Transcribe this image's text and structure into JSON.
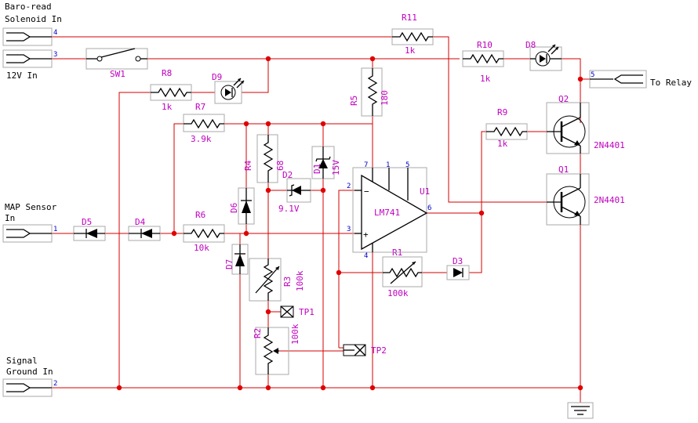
{
  "connectors": {
    "baro": {
      "line1": "Baro-read",
      "line2": "Solenoid In",
      "pin": "4"
    },
    "v12": {
      "label": "12V In",
      "pin": "3"
    },
    "map": {
      "line1": "MAP Sensor",
      "line2": "In",
      "pin": "1"
    },
    "gnd": {
      "line1": "Signal",
      "line2": "Ground In",
      "pin": "2"
    },
    "relay": {
      "label": "To Relay",
      "pin": "5"
    }
  },
  "components": {
    "sw1": {
      "ref": "SW1"
    },
    "r11": {
      "ref": "R11",
      "value": "1k"
    },
    "r10": {
      "ref": "R10",
      "value": "1k"
    },
    "d8": {
      "ref": "D8"
    },
    "r8": {
      "ref": "R8",
      "value": "1k"
    },
    "d9": {
      "ref": "D9"
    },
    "r7": {
      "ref": "R7",
      "value": "3.9k"
    },
    "r5": {
      "ref": "R5",
      "value": "180"
    },
    "r4": {
      "ref": "R4",
      "value": "68"
    },
    "d2": {
      "ref": "D2",
      "value": "9.1V"
    },
    "d1": {
      "ref": "D1",
      "value": "15V"
    },
    "r9": {
      "ref": "R9",
      "value": "1k"
    },
    "q2": {
      "ref": "Q2",
      "value": "2N4401"
    },
    "q1": {
      "ref": "Q1",
      "value": "2N4401"
    },
    "u1": {
      "ref": "U1",
      "value": "LM741",
      "pin7": "7",
      "pin1": "1",
      "pin5": "5",
      "pin2": "2",
      "pin3": "3",
      "pin4": "4",
      "pin6": "6"
    },
    "d5": {
      "ref": "D5"
    },
    "d4": {
      "ref": "D4"
    },
    "r6": {
      "ref": "R6",
      "value": "10k"
    },
    "d6": {
      "ref": "D6"
    },
    "d7": {
      "ref": "D7"
    },
    "r3": {
      "ref": "R3",
      "value": "100k"
    },
    "r1": {
      "ref": "R1",
      "value": "100k"
    },
    "d3": {
      "ref": "D3"
    },
    "tp1": {
      "ref": "TP1"
    },
    "tp2": {
      "ref": "TP2"
    },
    "r2": {
      "ref": "R2",
      "value": "100k"
    }
  },
  "colors": {
    "wire": "#d40000",
    "junction": "#e00000",
    "ref_label": "#c000c0",
    "pin_number": "#0000cc",
    "body": "#000000",
    "outline": "#a8a8a8"
  }
}
